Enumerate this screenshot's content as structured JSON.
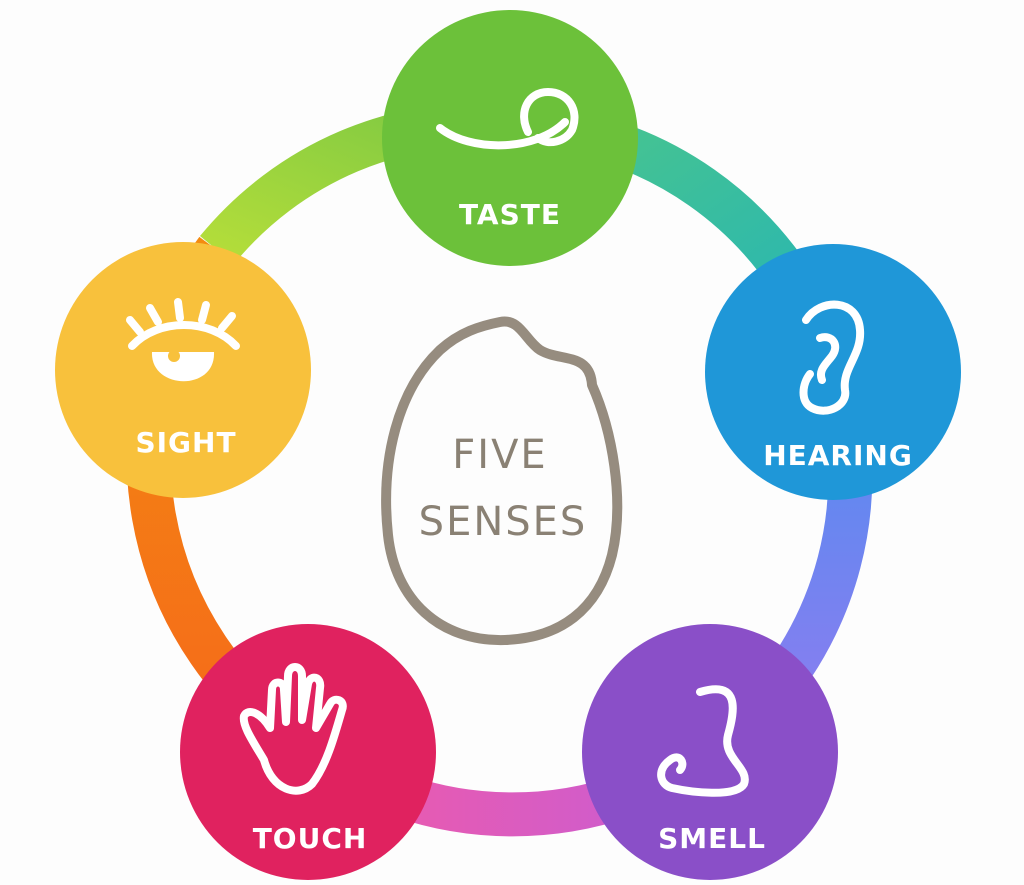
{
  "diagram": {
    "center": {
      "line1": "FIVE",
      "line2": "SENSES",
      "outline_color": "#968c7f"
    },
    "ring_colors": {
      "taste_hearing": "#3bbfa0",
      "hearing_smell": "#7b86f0",
      "smell_touch": "#e94fb0",
      "touch_sight": "#f57c12",
      "sight_taste": "#8fd13f"
    },
    "nodes": [
      {
        "id": "taste",
        "label": "TASTE",
        "icon": "tongue-icon",
        "color": "#6cc13a"
      },
      {
        "id": "hearing",
        "label": "HEARING",
        "icon": "ear-icon",
        "color": "#1f97d8"
      },
      {
        "id": "smell",
        "label": "SMELL",
        "icon": "nose-icon",
        "color": "#8a4fc8"
      },
      {
        "id": "touch",
        "label": "TOUCH",
        "icon": "hand-icon",
        "color": "#e0225f"
      },
      {
        "id": "sight",
        "label": "SIGHT",
        "icon": "eye-icon",
        "color": "#f8c13c"
      }
    ]
  }
}
